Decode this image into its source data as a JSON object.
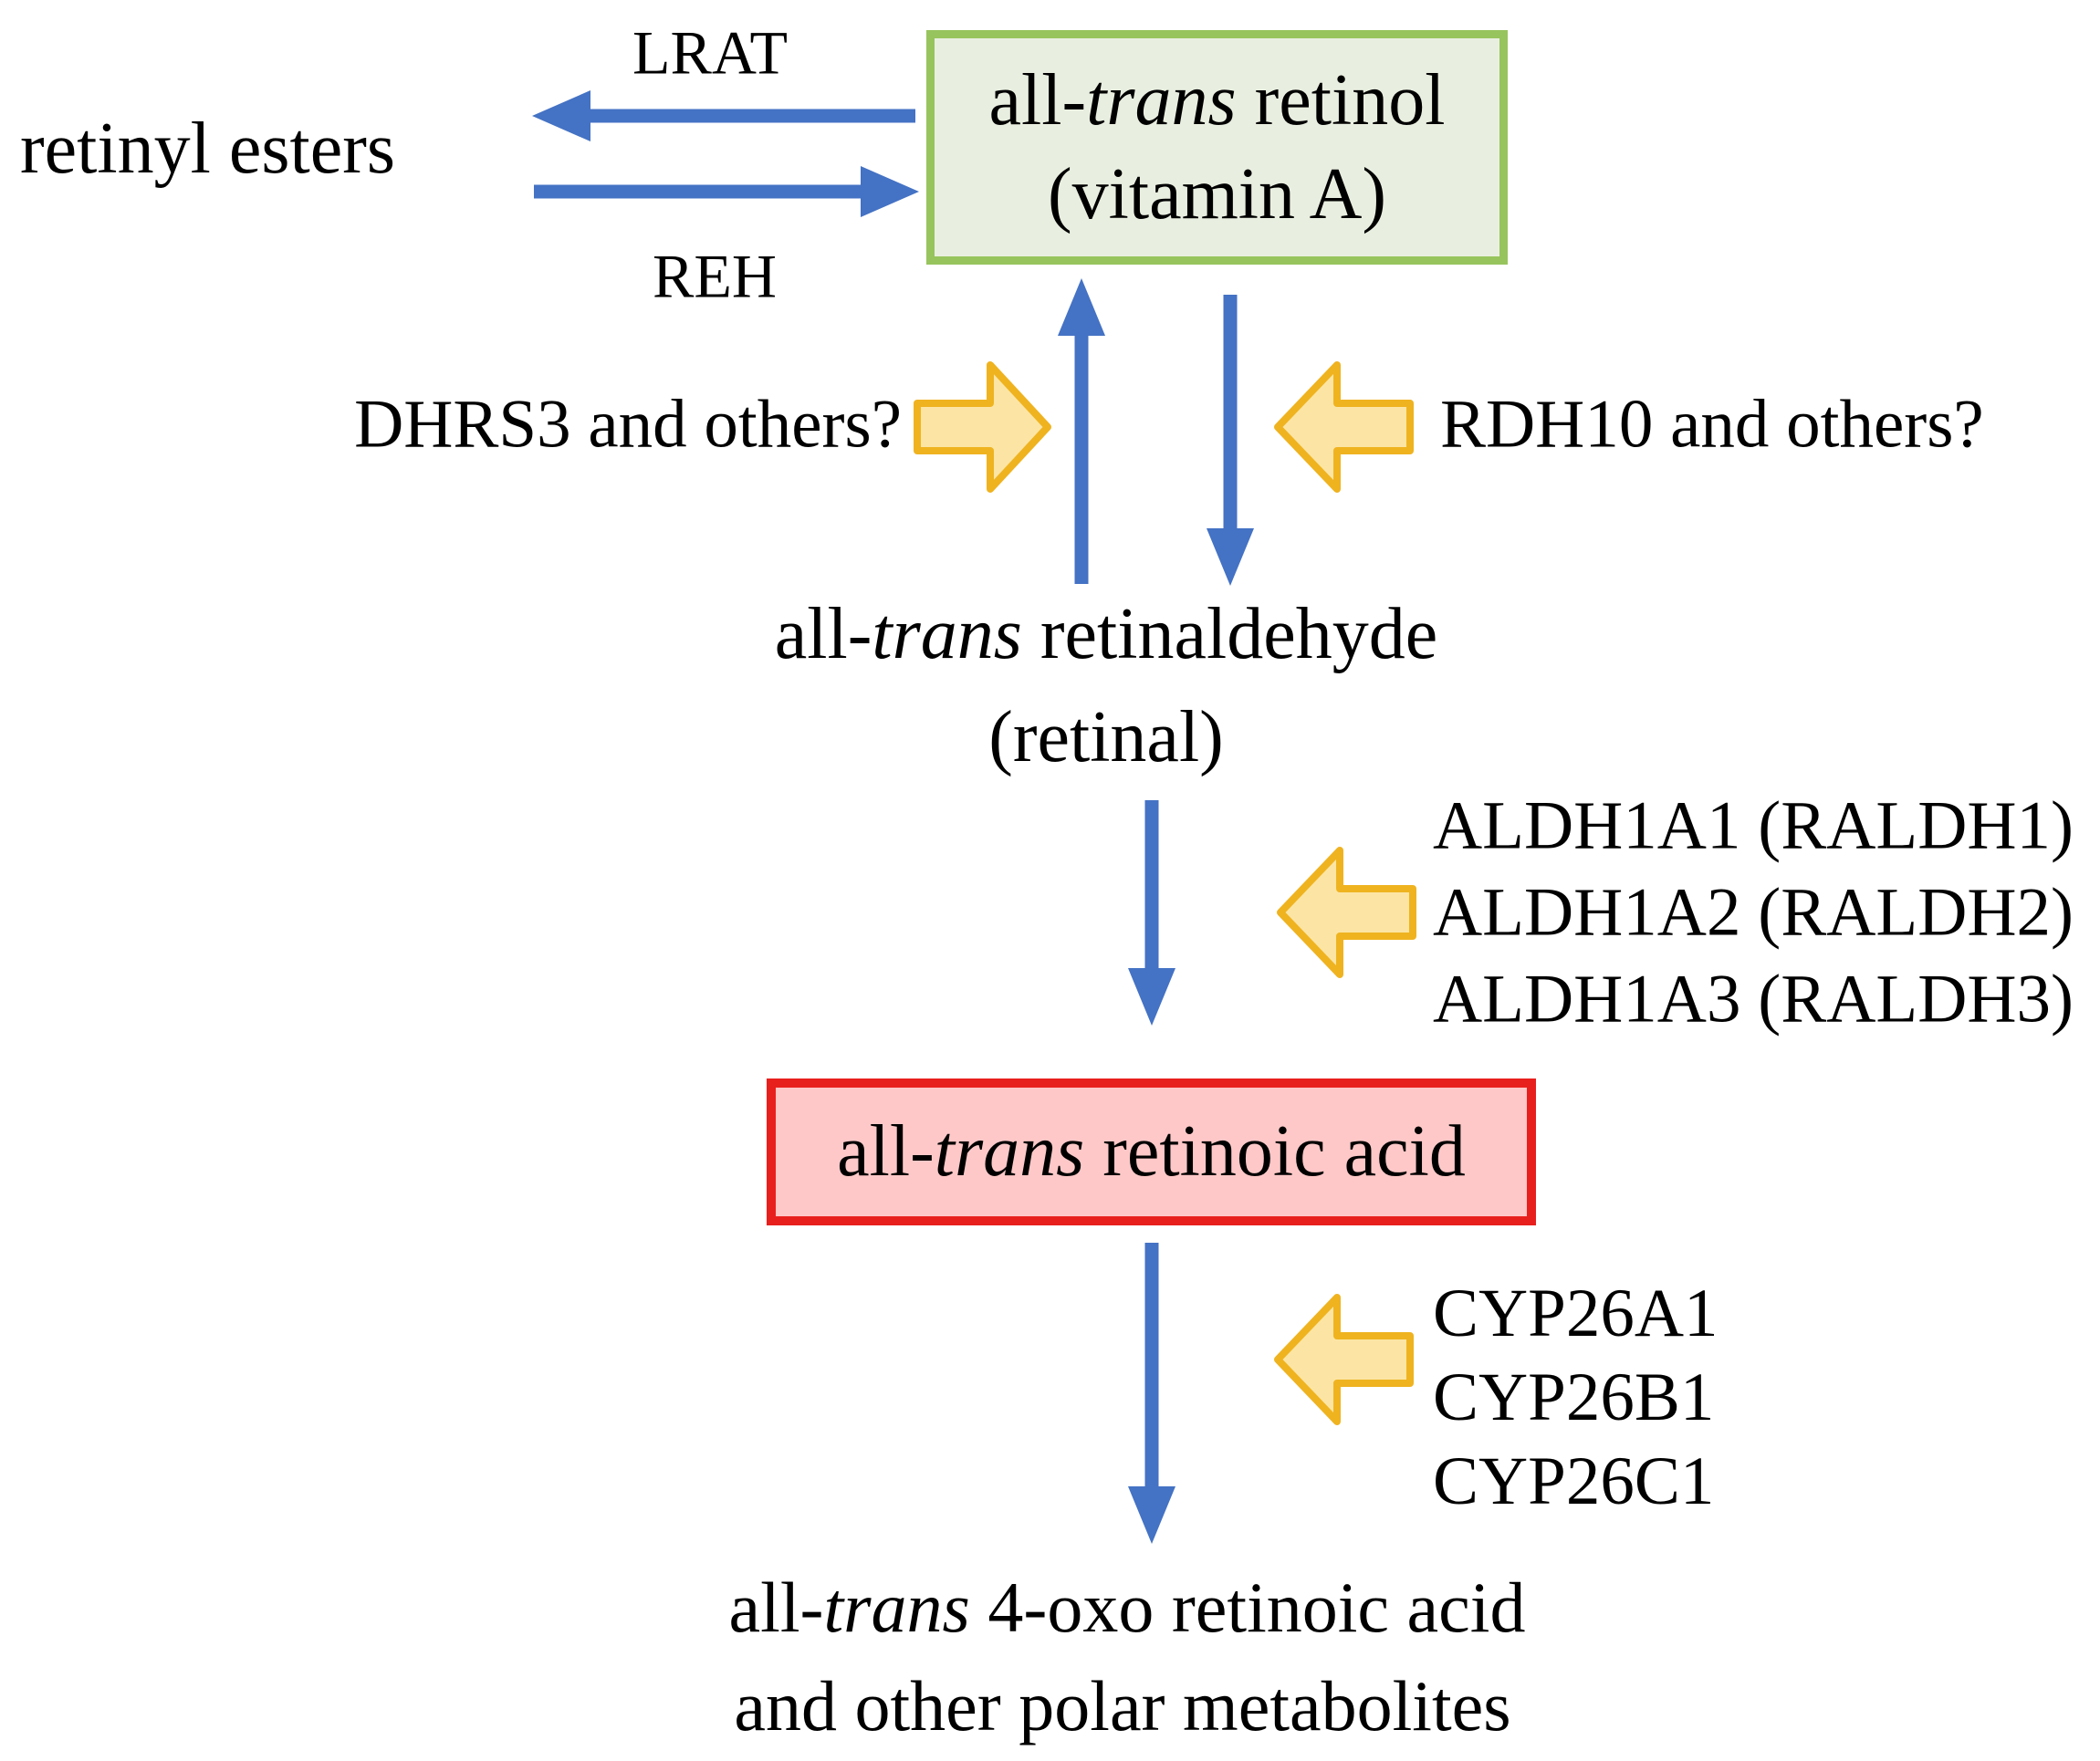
{
  "figure": {
    "background": "#FFFFFF",
    "nodes": {
      "retinyl_esters": {
        "label": "retinyl esters"
      },
      "retinol": {
        "pre": "all-",
        "it": "trans",
        "post": " retinol",
        "line2": "(vitamin A)"
      },
      "retinaldehyde": {
        "pre": "all-",
        "it": "trans",
        "post": " retinaldehyde",
        "line2": "(retinal)"
      },
      "retinoic_acid": {
        "pre": "all-",
        "it": "trans",
        "post": " retinoic acid"
      },
      "polar_metabolites": {
        "pre": "all-",
        "it": "trans",
        "post": " 4-oxo retinoic acid",
        "line2": "and other polar metabolites"
      }
    },
    "enzyme_labels": {
      "lrat": "LRAT",
      "reh": "REH",
      "dhrs3": "DHRS3 and others?",
      "rdh10": "RDH10 and others?",
      "aldh": [
        "ALDH1A1 (RALDH1)",
        "ALDH1A2 (RALDH2)",
        "ALDH1A3 (RALDH3)"
      ],
      "cyp26": [
        "CYP26A1",
        "CYP26B1",
        "CYP26C1"
      ]
    },
    "colors": {
      "reaction_arrow_blue": "#4472C4",
      "enzyme_arrow_fill": "#FCE5A4",
      "enzyme_arrow_outline": "#EFB320",
      "retinol_box_fill": "#E9EFE0",
      "retinol_box_border": "#97C45D",
      "retinoic_acid_box_fill": "#FFC8C8",
      "retinoic_acid_box_border": "#E8201D",
      "text": "#000000"
    },
    "edges": [
      {
        "from": "all-trans retinol (vitamin A)",
        "to": "retinyl esters",
        "enzyme": "LRAT"
      },
      {
        "from": "retinyl esters",
        "to": "all-trans retinol (vitamin A)",
        "enzyme": "REH"
      },
      {
        "from": "all-trans retinaldehyde (retinal)",
        "to": "all-trans retinol (vitamin A)",
        "enzyme": "DHRS3 and others?"
      },
      {
        "from": "all-trans retinol (vitamin A)",
        "to": "all-trans retinaldehyde (retinal)",
        "enzyme": "RDH10 and others?"
      },
      {
        "from": "all-trans retinaldehyde (retinal)",
        "to": "all-trans retinoic acid",
        "enzyme": "ALDH1A1 (RALDH1), ALDH1A2 (RALDH2), ALDH1A3 (RALDH3)"
      },
      {
        "from": "all-trans retinoic acid",
        "to": "all-trans 4-oxo retinoic acid and other polar metabolites",
        "enzyme": "CYP26A1, CYP26B1, CYP26C1"
      }
    ]
  }
}
